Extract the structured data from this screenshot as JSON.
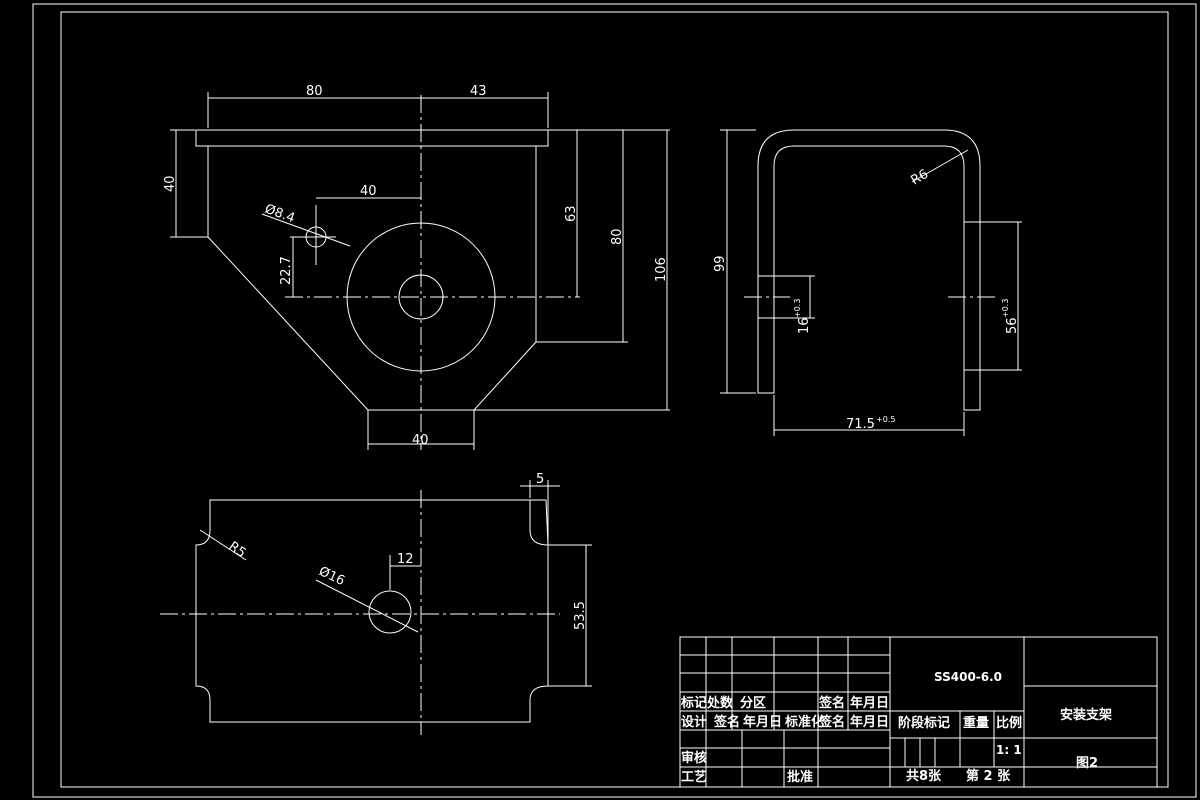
{
  "title_block": {
    "material": "SS400-6.0",
    "part_name": "安装支架",
    "drawing_no": "图2",
    "row_labels": {
      "mark": "标记",
      "count": "处数",
      "zone": "分区",
      "sign": "签名",
      "date": "年月日",
      "design": "设计",
      "sign2": "签名",
      "date2": "年月日",
      "standardize": "标准化",
      "sign3": "签名",
      "date3": "年月日",
      "review": "审核",
      "process": "工艺",
      "approve": "批准"
    },
    "stage_mark": "阶段标记",
    "weight": "重量",
    "scale_label": "比例",
    "scale_value": "1: 1",
    "sheets_total": "共8张",
    "sheet_no": "第 2 张"
  },
  "dimensions": {
    "top_80": "80",
    "top_43": "43",
    "left_40": "40",
    "hole_dia": "Ø8.4",
    "hole_offset_40": "40",
    "hole_v_22_7": "22.7",
    "right_63": "63",
    "right_80": "80",
    "right_106": "106",
    "bottom_40": "40",
    "side_99": "99",
    "side_r6": "R6",
    "side_16": "16",
    "side_16_tol": "+0.3",
    "side_56": "56",
    "side_56_tol": "+0.3",
    "side_71_5": "71.5",
    "side_71_5_tol": "+0.5",
    "flat_5": "5",
    "flat_r5": "R5",
    "flat_12": "12",
    "flat_dia16": "Ø16",
    "flat_53_5": "53.5"
  },
  "colors": {
    "background": "#000000",
    "line": "#ffffff"
  }
}
